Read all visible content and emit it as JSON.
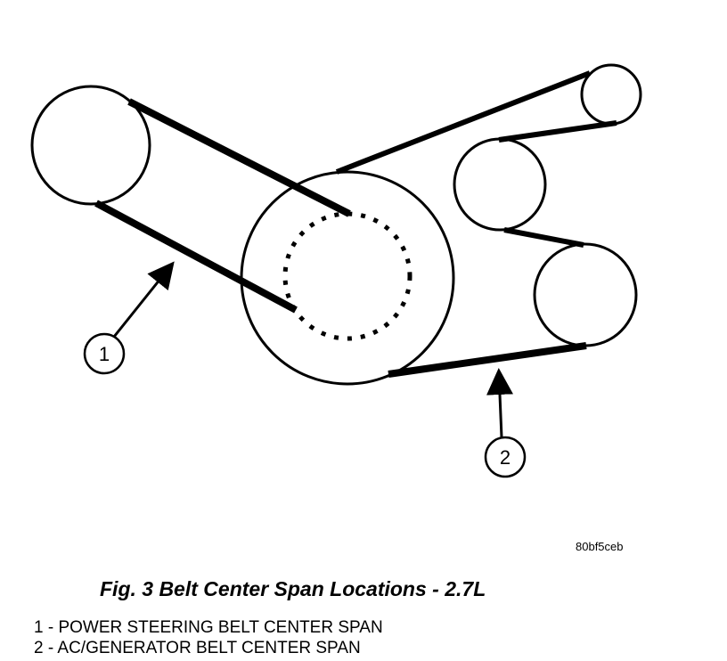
{
  "callouts": [
    {
      "number": "1"
    },
    {
      "number": "2"
    }
  ],
  "image_id": "80bf5ceb",
  "caption": "Fig. 3 Belt Center Span Locations - 2.7L",
  "legend": [
    {
      "number": "1",
      "text": "1 - POWER STEERING BELT CENTER SPAN"
    },
    {
      "number": "2",
      "text": "2 - AC/GENERATOR BELT CENTER SPAN"
    }
  ],
  "colors": {
    "ink": "#000000",
    "background": "#ffffff"
  }
}
